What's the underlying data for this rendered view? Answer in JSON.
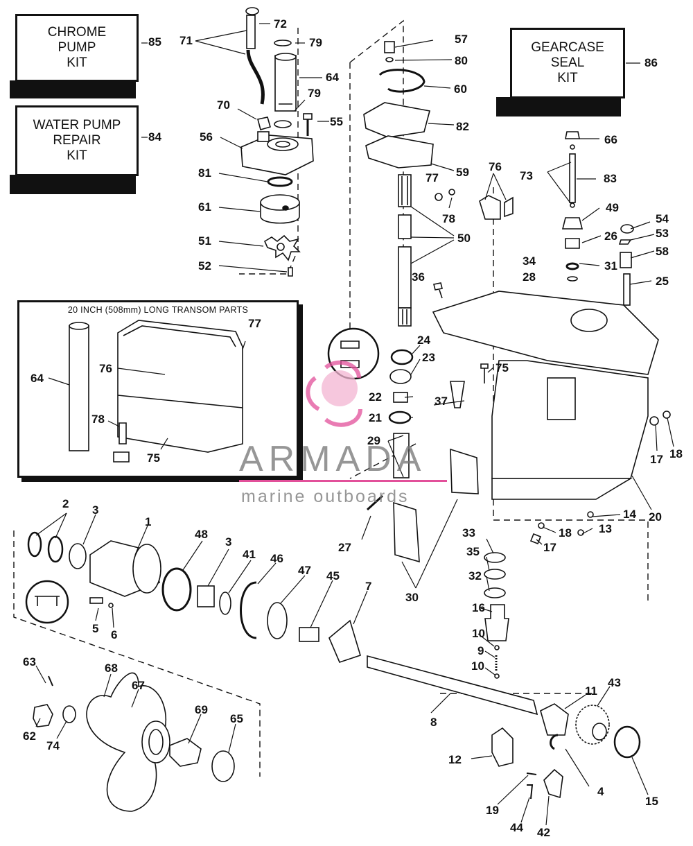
{
  "kits": {
    "chrome_pump": "CHROME PUMP KIT",
    "water_pump_repair": "WATER PUMP REPAIR KIT",
    "gearcase_seal": "GEARCASE SEAL KIT"
  },
  "inset": {
    "title": "20 INCH (508mm) LONG TRANSOM PARTS"
  },
  "watermark": {
    "brand": "ARMADA",
    "tagline": "marine outboards",
    "accent_color": "#e2509a"
  },
  "callouts": {
    "c85": "85",
    "c84": "84",
    "c86": "86",
    "c72": "72",
    "c71": "71",
    "c79a": "79",
    "c64": "64",
    "c79b": "79",
    "c70": "70",
    "c55": "55",
    "c56": "56",
    "c81": "81",
    "c61": "61",
    "c51": "51",
    "c52": "52",
    "c57": "57",
    "c80": "80",
    "c60": "60",
    "c82": "82",
    "c59": "59",
    "c76": "76",
    "c77": "77",
    "c78": "78",
    "c50": "50",
    "c36": "36",
    "c66": "66",
    "c73": "73",
    "c83": "83",
    "c49": "49",
    "c54": "54",
    "c53": "53",
    "c26": "26",
    "c58": "58",
    "c34": "34",
    "c31": "31",
    "c28": "28",
    "c25": "25",
    "c24": "24",
    "c23": "23",
    "c75": "75",
    "c22": "22",
    "c37": "37",
    "c21": "21",
    "c29": "29",
    "c17a": "17",
    "c18a": "18",
    "c20": "20",
    "c14": "14",
    "c13": "13",
    "c18b": "18",
    "c17b": "17",
    "i77": "77",
    "i76": "76",
    "i64": "64",
    "i78": "78",
    "i75": "75",
    "c2": "2",
    "c3a": "3",
    "c1": "1",
    "c48": "48",
    "c3b": "3",
    "c41": "41",
    "c46": "46",
    "c47": "47",
    "c45": "45",
    "c7": "7",
    "c27": "27",
    "c33": "33",
    "c35": "35",
    "c32": "32",
    "c30": "30",
    "c16": "16",
    "c5": "5",
    "c6": "6",
    "c10a": "10",
    "c9": "9",
    "c10b": "10",
    "c63": "63",
    "c68": "68",
    "c67": "67",
    "c69": "69",
    "c65": "65",
    "c62": "62",
    "c74": "74",
    "c8": "8",
    "c11": "11",
    "c43": "43",
    "c12": "12",
    "c4": "4",
    "c15": "15",
    "c19": "19",
    "c44": "44",
    "c42": "42"
  }
}
